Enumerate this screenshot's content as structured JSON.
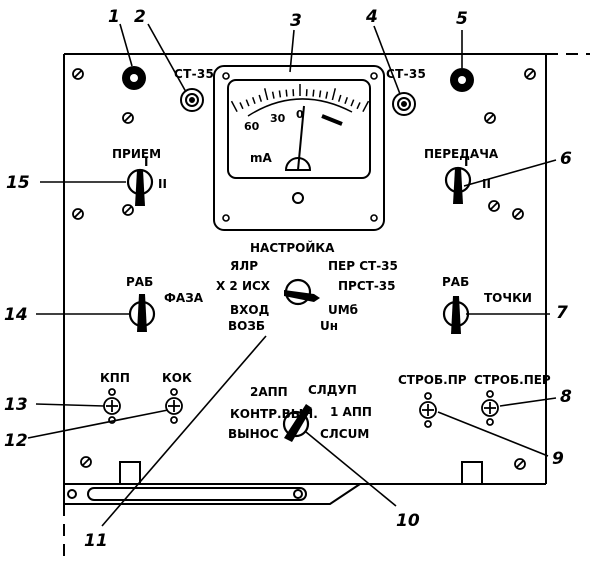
{
  "callouts": [
    "1",
    "2",
    "3",
    "4",
    "5",
    "6",
    "7",
    "8",
    "9",
    "10",
    "11",
    "12",
    "13",
    "14",
    "15"
  ],
  "labels": {
    "st35_left": "СТ-35",
    "st35_right": "СТ-35",
    "priem": "ПРИЕМ",
    "peredacha": "ПЕРЕДАЧА",
    "pos_I_left": "I",
    "pos_II_left": "II",
    "pos_I_right": "I",
    "pos_II_right": "II",
    "nastroyka": "НАСТРОЙКА",
    "yalr": "ЯЛР",
    "x2isx": "X 2 ИСХ",
    "vxod": "ВХОД",
    "voz6": "ВОЗБ",
    "per_st35": "ПЕР СТ-35",
    "prst35": "ПРСТ-35",
    "umb": "UMб",
    "un": "Uн",
    "rab_left": "РАБ",
    "faza": "ФАЗА",
    "rab_right": "РАБ",
    "tochki": "ТОЧКИ",
    "kpp": "КПП",
    "kok": "КОК",
    "strob_pr": "СТРОБ.ПР",
    "strob_per": "СТРОБ.ПЕР",
    "app2": "2АПП",
    "kontr_vyn": "КОНТР.ВЫН.",
    "vynos": "ВЫНОС",
    "sl_dup": "СЛДУП",
    "app1": "1 АПП",
    "sl_sum": "СЛСUМ"
  },
  "meter": {
    "unit": "mA",
    "scale": [
      "60",
      "30",
      "0"
    ]
  }
}
